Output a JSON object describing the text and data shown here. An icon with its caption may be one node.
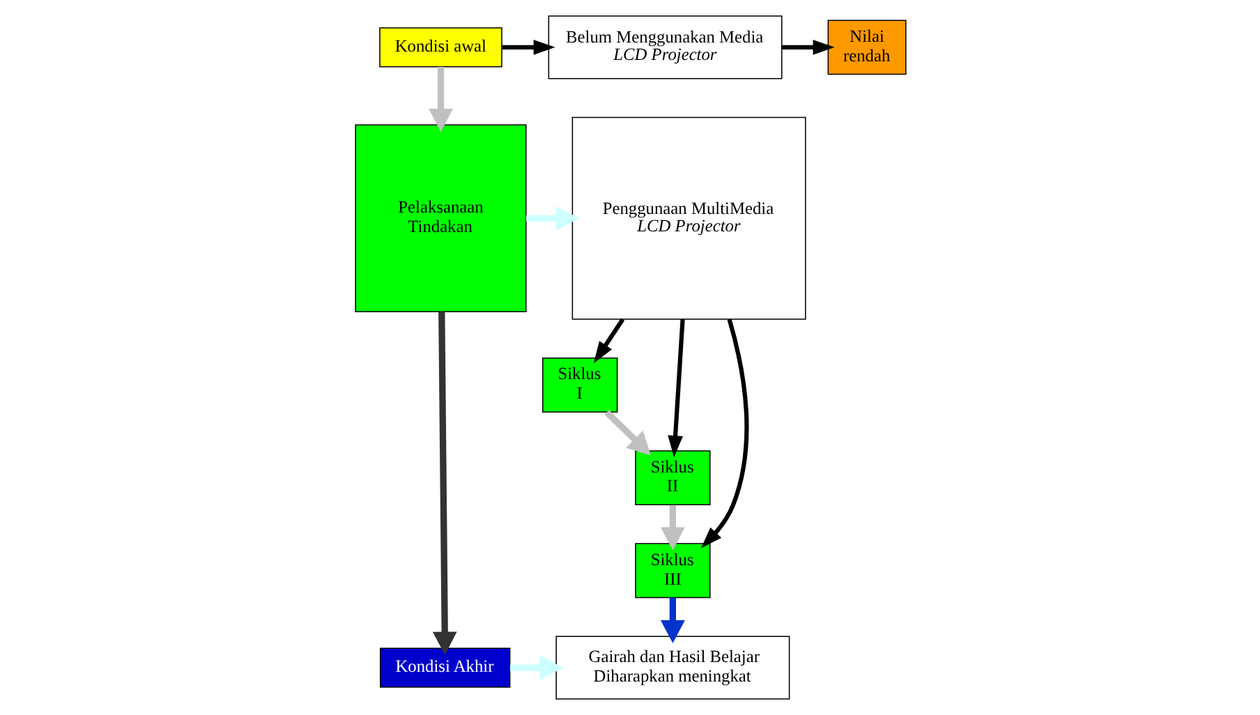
{
  "diagram": {
    "nodes": [
      {
        "text": [
          "Kondisi awal"
        ]
      },
      {
        "text": [
          "Belum Menggunakan Media *LCD Projector*"
        ]
      },
      {
        "text": [
          "Nilai rendah"
        ]
      },
      {
        "text": [
          "Pelaksanaan Tindakan"
        ]
      },
      {
        "text": [
          "Penggunaan MultiMedia *LCD Projector*"
        ]
      },
      {
        "text": [
          "Siklus I"
        ]
      },
      {
        "text": [
          "Siklus II"
        ]
      },
      {
        "text": [
          "Siklus III"
        ]
      },
      {
        "text": [
          "Kondisi Akhir"
        ]
      },
      {
        "text": [
          "Gairah dan Hasil Belajar Diharapkan meningkat"
        ]
      }
    ],
    "edges": [
      {
        "from": 0,
        "to": 1,
        "arrow": "to"
      },
      {
        "from": 1,
        "to": 2,
        "arrow": "to"
      },
      {
        "from": 0,
        "to": 3,
        "arrow": "to",
        "color": "#c0c0c0"
      },
      {
        "from": 3,
        "to": 4,
        "arrow": "to",
        "color": "#ccffff"
      },
      {
        "from": 4,
        "to": 5,
        "arrow": "to"
      },
      {
        "from": 4,
        "to": 6,
        "arrow": "to"
      },
      {
        "from": 4,
        "to": 7,
        "arrow": "to"
      },
      {
        "from": 5,
        "to": 6,
        "arrow": "to",
        "color": "#c0c0c0"
      },
      {
        "from": 6,
        "to": 7,
        "arrow": "to",
        "color": "#c0c0c0"
      },
      {
        "from": 3,
        "to": 8,
        "arrow": "to",
        "color": "#333333"
      },
      {
        "from": 8,
        "to": 9,
        "arrow": "to",
        "color": "#ccffff"
      },
      {
        "from": 7,
        "to": 9,
        "arrow": "to",
        "color": "#0033cc"
      }
    ]
  }
}
